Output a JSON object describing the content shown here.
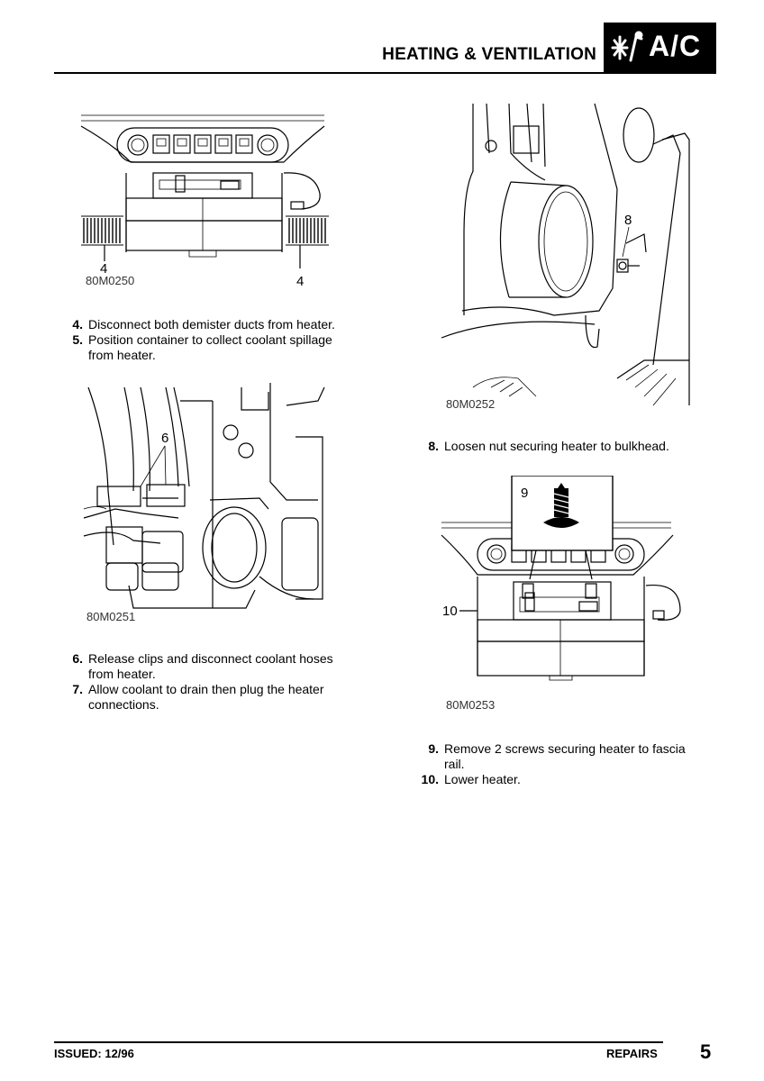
{
  "header": {
    "title": "HEATING & VENTILATION",
    "badge": "A/C",
    "badge_icon": "fan-snowflake-icon"
  },
  "figures": [
    {
      "ref": "80M0250",
      "callouts": [
        "4",
        "4"
      ]
    },
    {
      "ref": "80M0251",
      "callouts": [
        "6"
      ]
    },
    {
      "ref": "80M0252",
      "callouts": [
        "8"
      ]
    },
    {
      "ref": "80M0253",
      "callouts": [
        "9",
        "10"
      ]
    }
  ],
  "steps_left": [
    {
      "num": "4.",
      "lines": [
        "Disconnect both demister ducts from heater."
      ]
    },
    {
      "num": "5.",
      "lines": [
        "Position container to collect coolant spillage",
        "from heater."
      ]
    },
    {
      "num": "6.",
      "lines": [
        "Release clips and disconnect coolant hoses",
        "from heater."
      ]
    },
    {
      "num": "7.",
      "lines": [
        "Allow coolant to drain then plug the heater",
        "connections."
      ]
    }
  ],
  "steps_right": [
    {
      "num": "8.",
      "lines": [
        "Loosen nut securing heater to bulkhead."
      ]
    },
    {
      "num": "9.",
      "lines": [
        "Remove 2 screws securing heater to fascia",
        "rail."
      ]
    },
    {
      "num": "10.",
      "lines": [
        "Lower heater."
      ]
    }
  ],
  "footer": {
    "issued": "ISSUED: 12/96",
    "section": "REPAIRS",
    "page": "5"
  }
}
